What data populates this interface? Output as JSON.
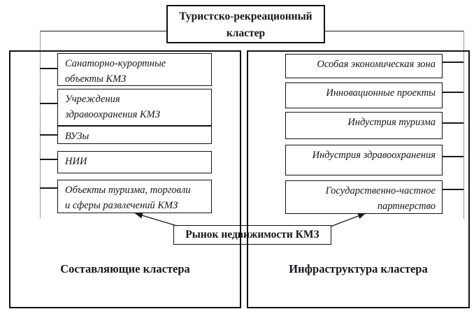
{
  "diagram": {
    "top_box": {
      "lines": [
        "Туристско-рекреационный",
        "кластер"
      ]
    },
    "center_box": {
      "lines": [
        "Рынок недвижимости КМЗ"
      ]
    },
    "left_column": {
      "caption": "Составляющие кластера",
      "boxes": [
        {
          "lines": [
            "Санаторно-курортные",
            "объекты КМЗ"
          ]
        },
        {
          "lines": [
            "Учреждения",
            "здравоохранения КМЗ"
          ]
        },
        {
          "lines": [
            "ВУЗы"
          ]
        },
        {
          "lines": [
            "НИИ"
          ]
        },
        {
          "lines": [
            "Объекты туризма, торговли",
            "и сферы развлечений КМЗ"
          ]
        }
      ]
    },
    "right_column": {
      "caption": "Инфраструктура кластера",
      "boxes": [
        {
          "lines": [
            "Особая экономическая зона"
          ]
        },
        {
          "lines": [
            "Инновационные проекты"
          ]
        },
        {
          "lines": [
            "Индустрия туризма"
          ]
        },
        {
          "lines": [
            "Индустрия здравоохранения"
          ]
        },
        {
          "lines": [
            "Государственно-частное",
            "партнерство"
          ]
        }
      ]
    },
    "colors": {
      "border": "#111111",
      "line": "#1a1a1a",
      "spine": "#999999",
      "text": "#16161d",
      "background": "#ffffff"
    }
  }
}
